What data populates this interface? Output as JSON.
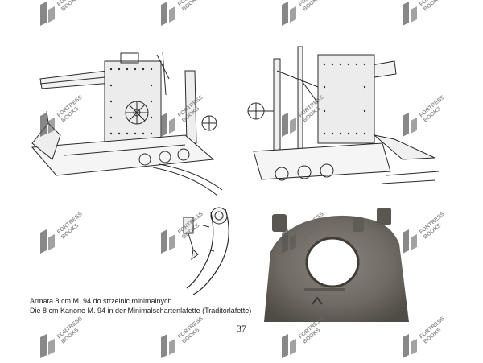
{
  "caption": {
    "polish": "Armata 8 cm M. 94 do strzelnic minimalnych",
    "german": "Die 8 cm Kanone M. 94 in der Minimalschartenlafette (Traditorlafette)"
  },
  "page_number": "37",
  "watermark": {
    "line1": "FORTRESS",
    "line2": "BOOKS",
    "color": "#555555"
  },
  "colors": {
    "ink": "#2a2a2a",
    "photo_metal": "#6f6a63",
    "photo_background": "#ffffff"
  }
}
